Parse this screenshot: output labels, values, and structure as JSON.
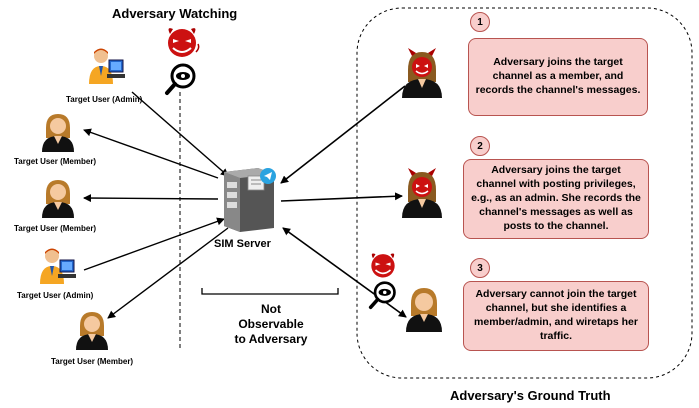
{
  "title_top": "Adversary Watching",
  "title_bottom": "Adversary's Ground Truth",
  "server_label": "SIM Server",
  "not_observable": [
    "Not",
    "Observable",
    "to Adversary"
  ],
  "users": [
    {
      "label": "Target User (Admin)",
      "role": "admin"
    },
    {
      "label": "Target User (Member)",
      "role": "member"
    },
    {
      "label": "Target User (Member)",
      "role": "member"
    },
    {
      "label": "Target User (Admin)",
      "role": "admin"
    },
    {
      "label": "Target User (Member)",
      "role": "member"
    }
  ],
  "scenarios": [
    {
      "number": "1",
      "text": "Adversary joins the target channel as a member, and records the channel's messages."
    },
    {
      "number": "2",
      "text": "Adversary joins the target channel with posting privileges, e.g., as an admin. She records the channel's messages as well as posts to the channel."
    },
    {
      "number": "3",
      "text": "Adversary cannot join the target channel, but she identifies a member/admin, and wiretaps her traffic."
    }
  ],
  "colors": {
    "box_fill": "#f8cecc",
    "box_border": "#b85450",
    "devil": "#cc1111"
  }
}
